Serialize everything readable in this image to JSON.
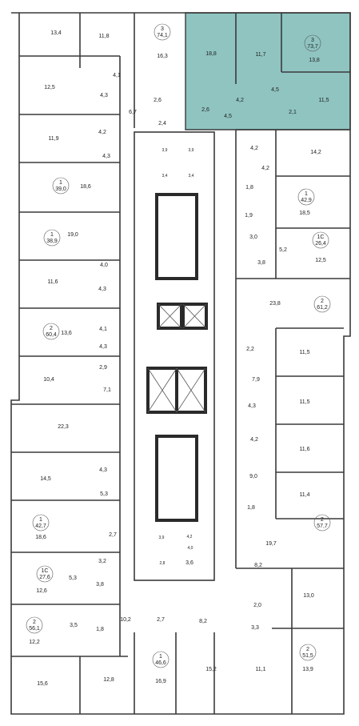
{
  "highlight_color": "#8fc4c1",
  "rooms": [
    {
      "id": "r1",
      "area": "13,4"
    },
    {
      "id": "r2",
      "area": "11,8"
    },
    {
      "id": "r3",
      "area": "16,3"
    },
    {
      "id": "r4",
      "area": "18,8"
    },
    {
      "id": "r5",
      "area": "11,7"
    },
    {
      "id": "r6",
      "area": "13,8"
    },
    {
      "id": "r7",
      "area": "4,1"
    },
    {
      "id": "r8",
      "area": "12,5"
    },
    {
      "id": "r9",
      "area": "4,3"
    },
    {
      "id": "r10",
      "area": "6,7"
    },
    {
      "id": "r11",
      "area": "2,6"
    },
    {
      "id": "r12",
      "area": "2,4"
    },
    {
      "id": "r13",
      "area": "2,6"
    },
    {
      "id": "r14",
      "area": "4,5"
    },
    {
      "id": "r15",
      "area": "4,2"
    },
    {
      "id": "r16",
      "area": "4,5"
    },
    {
      "id": "r17",
      "area": "2,1"
    },
    {
      "id": "r18",
      "area": "11,5"
    },
    {
      "id": "r19",
      "area": "4,2"
    },
    {
      "id": "r20",
      "area": "11,9"
    },
    {
      "id": "r21",
      "area": "4,2"
    },
    {
      "id": "r22",
      "area": "14,2"
    },
    {
      "id": "r23",
      "area": "3,9"
    },
    {
      "id": "r24",
      "area": "3,9"
    },
    {
      "id": "r25",
      "area": "4,3"
    },
    {
      "id": "r26",
      "area": "4,2"
    },
    {
      "id": "r27",
      "area": "3,4"
    },
    {
      "id": "r28",
      "area": "3,4"
    },
    {
      "id": "r29",
      "area": "18,6"
    },
    {
      "id": "r30",
      "area": "1,8"
    },
    {
      "id": "r31",
      "area": "18,5"
    },
    {
      "id": "r32",
      "area": "1,9"
    },
    {
      "id": "r33",
      "area": "19,0"
    },
    {
      "id": "r34",
      "area": "3,0"
    },
    {
      "id": "r35",
      "area": "5,2"
    },
    {
      "id": "r36",
      "area": "12,5"
    },
    {
      "id": "r37",
      "area": "4,0"
    },
    {
      "id": "r38",
      "area": "3,8"
    },
    {
      "id": "r39",
      "area": "11,6"
    },
    {
      "id": "r40",
      "area": "4,3"
    },
    {
      "id": "r41",
      "area": "23,8"
    },
    {
      "id": "r42",
      "area": "13,6"
    },
    {
      "id": "r43",
      "area": "4,1"
    },
    {
      "id": "r44",
      "area": "4,3"
    },
    {
      "id": "r45",
      "area": "2,2"
    },
    {
      "id": "r46",
      "area": "11,5"
    },
    {
      "id": "r47",
      "area": "2,9"
    },
    {
      "id": "r48",
      "area": "10,4"
    },
    {
      "id": "r49",
      "area": "7,9"
    },
    {
      "id": "r50",
      "area": "7,1"
    },
    {
      "id": "r51",
      "area": "11,5"
    },
    {
      "id": "r52",
      "area": "22,3"
    },
    {
      "id": "r53",
      "area": "4,3"
    },
    {
      "id": "r54",
      "area": "4,2"
    },
    {
      "id": "r55",
      "area": "11,6"
    },
    {
      "id": "r56",
      "area": "14,5"
    },
    {
      "id": "r57",
      "area": "4,3"
    },
    {
      "id": "r58",
      "area": "9,0"
    },
    {
      "id": "r59",
      "area": "11,4"
    },
    {
      "id": "r60",
      "area": "5,3"
    },
    {
      "id": "r61",
      "area": "1,8"
    },
    {
      "id": "r62",
      "area": "18,6"
    },
    {
      "id": "r63",
      "area": "19,7"
    },
    {
      "id": "r64",
      "area": "2,7"
    },
    {
      "id": "r65",
      "area": "3,9"
    },
    {
      "id": "r66",
      "area": "4,2"
    },
    {
      "id": "r67",
      "area": "4,0"
    },
    {
      "id": "r68",
      "area": "3,2"
    },
    {
      "id": "r69",
      "area": "5,3"
    },
    {
      "id": "r70",
      "area": "3,8"
    },
    {
      "id": "r71",
      "area": "12,6"
    },
    {
      "id": "r72",
      "area": "2,8"
    },
    {
      "id": "r73",
      "area": "3,6"
    },
    {
      "id": "r74",
      "area": "8,2"
    },
    {
      "id": "r75",
      "area": "13,0"
    },
    {
      "id": "r76",
      "area": "2,0"
    },
    {
      "id": "r77",
      "area": "3,3"
    },
    {
      "id": "r78",
      "area": "10,2"
    },
    {
      "id": "r79",
      "area": "2,7"
    },
    {
      "id": "r80",
      "area": "8,2"
    },
    {
      "id": "r81",
      "area": "3,5"
    },
    {
      "id": "r82",
      "area": "1,8"
    },
    {
      "id": "r83",
      "area": "12,2"
    },
    {
      "id": "r84",
      "area": "15,6"
    },
    {
      "id": "r85",
      "area": "12,8"
    },
    {
      "id": "r86",
      "area": "16,9"
    },
    {
      "id": "r87",
      "area": "15,2"
    },
    {
      "id": "r88",
      "area": "11,1"
    },
    {
      "id": "r89",
      "area": "13,9"
    }
  ],
  "apartments": [
    {
      "id": "a1",
      "rooms": "3",
      "total": "74,1"
    },
    {
      "id": "a2",
      "rooms": "3",
      "total": "73,7"
    },
    {
      "id": "a3",
      "rooms": "1",
      "total": "39,0"
    },
    {
      "id": "a4",
      "rooms": "1",
      "total": "42,9"
    },
    {
      "id": "a5",
      "rooms": "1",
      "total": "38,9"
    },
    {
      "id": "a6",
      "rooms": "1С",
      "total": "26,4"
    },
    {
      "id": "a7",
      "rooms": "2",
      "total": "60,4"
    },
    {
      "id": "a8",
      "rooms": "2",
      "total": "61,2"
    },
    {
      "id": "a9",
      "rooms": "1",
      "total": "42,7"
    },
    {
      "id": "a10",
      "rooms": "2",
      "total": "57,7"
    },
    {
      "id": "a11",
      "rooms": "1С",
      "total": "27,6"
    },
    {
      "id": "a12",
      "rooms": "2",
      "total": "56,1"
    },
    {
      "id": "a13",
      "rooms": "1",
      "total": "46,6"
    },
    {
      "id": "a14",
      "rooms": "2",
      "total": "51,5"
    }
  ]
}
